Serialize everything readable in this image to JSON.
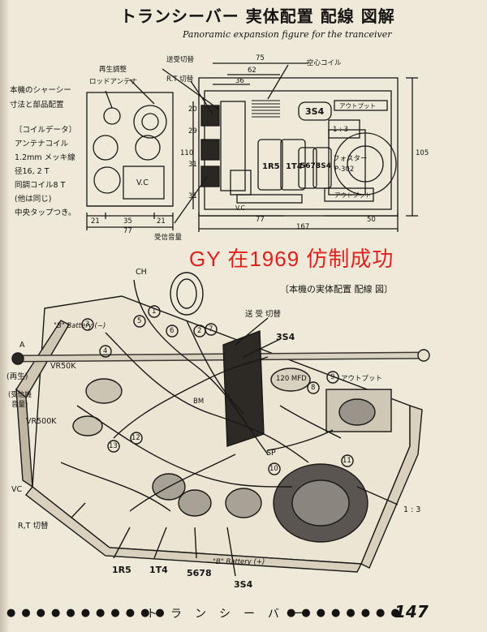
{
  "title": "トランシーバー 実体配置 配線 図解",
  "subtitle": "Panoramic expansion figure for the tranceiver",
  "top_diagram": {
    "side_label_1": "本機のシャーシー",
    "side_label_2": "寸法と部品配置",
    "coil_data": [
      "〔コイルデータ〕",
      "アンテナコイル",
      "1.2mm メッキ線",
      "径16,  2 T",
      "同調コイル8 T",
      "(他は同じ)",
      "中央タップつき。"
    ],
    "labels": {
      "regen": "再生調整",
      "rod_antenna": "ロッドアンテナ",
      "tx_rx_switch": "送受切替",
      "rt_switch": "R.T 切替",
      "air_coil": "空心コイル",
      "tube_3s4": "3S4",
      "output": "アウトプット",
      "ratio": "1 : 3",
      "foster": "フォスター",
      "p302": "P-302",
      "output2": "アウトプット",
      "tube_1r5": "1R5",
      "tube_1t4": "1T4",
      "tube_5678": "5678",
      "tube_3s4b": "3S4",
      "vc": "V.C",
      "vc2": "V.C",
      "volume": "受信音量"
    },
    "dims": {
      "d75": "75",
      "d62": "62",
      "d36": "36",
      "d20": "20",
      "d29": "29",
      "d31a": "31",
      "d110": "110",
      "d31b": "31",
      "d105": "105",
      "d21a": "21",
      "d35": "35",
      "d21b": "21",
      "d77a": "77",
      "d77b": "77",
      "d167": "167",
      "d50": "50"
    }
  },
  "stamp": "GY 在1969 仿制成功",
  "caption2": "〔本機の実体配置 配線 図〕",
  "bottom_diagram": {
    "labels": {
      "ch": "CH",
      "tx_rx_switch": "送 受 切替",
      "tube_3s4": "3S4",
      "output": "アウトプット",
      "battery_neg": "\"B\" Battery (−)",
      "a": "A",
      "regen": "(再生)",
      "vr50k": "VR50K",
      "volume": "(受信機",
      "volume2": "音量)",
      "vr500k": "VR500K",
      "vc": "VC",
      "rt_switch": "R,T 切替",
      "sp": "SP",
      "bm": "BM",
      "mfd": "120 MFD",
      "ratio": "1 : 3",
      "tube_1r5": "1R5",
      "tube_1t4": "1T4",
      "tube_5678": "5678",
      "battery_pos": "\"B\" Battery (+)",
      "tube_3s4b": "3S4",
      "n1": "1",
      "n2": "2",
      "n3": "3",
      "n4": "4",
      "n5": "5",
      "n6": "6",
      "n7": "7",
      "n8": "8",
      "n9": "9",
      "n10": "10",
      "n11": "11",
      "n12": "12",
      "n13": "13"
    }
  },
  "footer": {
    "dots_left": "●●●●●●●●●●●",
    "text": "トランシーバー",
    "dots_right": "●●●●●●●●",
    "page": "147"
  }
}
